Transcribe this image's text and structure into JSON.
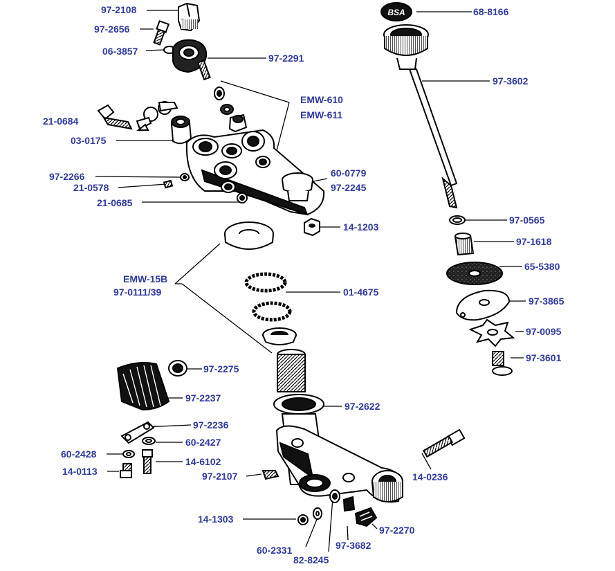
{
  "diagram": {
    "accent_color": "#2f3aa0",
    "line_color": "#000000",
    "parts": [
      {
        "id": "p1",
        "label": "97-2108"
      },
      {
        "id": "p2",
        "label": "97-2656"
      },
      {
        "id": "p3",
        "label": "06-3857"
      },
      {
        "id": "p4",
        "label": "97-2291"
      },
      {
        "id": "p5",
        "label": "EMW-610"
      },
      {
        "id": "p6",
        "label": "EMW-611"
      },
      {
        "id": "p7",
        "label": "21-0684"
      },
      {
        "id": "p8",
        "label": "03-0175"
      },
      {
        "id": "p9",
        "label": "97-2266"
      },
      {
        "id": "p10",
        "label": "21-0578"
      },
      {
        "id": "p11",
        "label": "21-0685"
      },
      {
        "id": "p12",
        "label": "60-0779"
      },
      {
        "id": "p13",
        "label": "97-2245"
      },
      {
        "id": "p14",
        "label": "14-1203"
      },
      {
        "id": "p15",
        "label": "68-8166"
      },
      {
        "id": "p16",
        "label": "97-3602"
      },
      {
        "id": "p17",
        "label": "97-0565"
      },
      {
        "id": "p18",
        "label": "97-1618"
      },
      {
        "id": "p19",
        "label": "65-5380"
      },
      {
        "id": "p20",
        "label": "97-3865"
      },
      {
        "id": "p21",
        "label": "97-0095"
      },
      {
        "id": "p22",
        "label": "97-3601"
      },
      {
        "id": "p23",
        "label": "EMW-15B"
      },
      {
        "id": "p24",
        "label": "97-0111/39"
      },
      {
        "id": "p25",
        "label": "01-4675"
      },
      {
        "id": "p26",
        "label": "97-2275"
      },
      {
        "id": "p27",
        "label": "97-2237"
      },
      {
        "id": "p28",
        "label": "97-2622"
      },
      {
        "id": "p29",
        "label": "97-2236"
      },
      {
        "id": "p30",
        "label": "60-2427"
      },
      {
        "id": "p31",
        "label": "60-2428"
      },
      {
        "id": "p32",
        "label": "14-6102"
      },
      {
        "id": "p33",
        "label": "14-0113"
      },
      {
        "id": "p34",
        "label": "97-2107"
      },
      {
        "id": "p35",
        "label": "14-0236"
      },
      {
        "id": "p36",
        "label": "14-1303"
      },
      {
        "id": "p37",
        "label": "60-2331"
      },
      {
        "id": "p38",
        "label": "82-8245"
      },
      {
        "id": "p39",
        "label": "97-3682"
      },
      {
        "id": "p40",
        "label": "97-2270"
      }
    ]
  }
}
